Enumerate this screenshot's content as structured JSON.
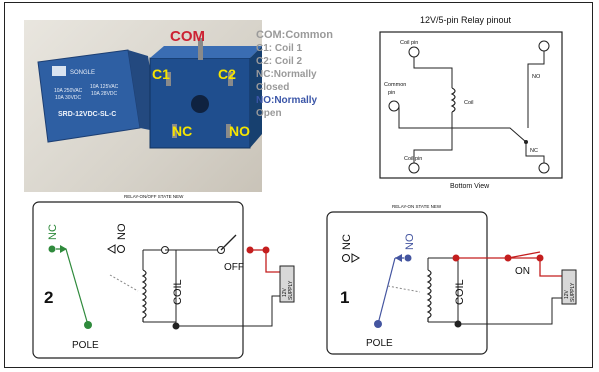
{
  "photo": {
    "pin_labels": {
      "com": "COM",
      "c1": "C1",
      "c2": "C2",
      "nc": "NC",
      "no": "NO"
    },
    "relay_brand": "SONGLE",
    "relay_model": "SRD-12VDC-SL-C",
    "relay_ratings": [
      "10A 250VAC",
      "10A 125VAC",
      "10A 30VDC",
      "10A 28VDC"
    ]
  },
  "legend": {
    "com": "COM:Common",
    "c1": "C1:   Coil 1",
    "c2": "C2:   Coil 2",
    "nc_line1": "NC:Normally",
    "nc_line2": "Closed",
    "no_line1": "NO:Normally",
    "no_line2": "Open"
  },
  "pinout": {
    "title": "12V/5-pin Relay pinout",
    "coil_pin_top": "Coil pin",
    "common_pin_line1": "Common",
    "common_pin_line2": "pin",
    "coil": "Coil",
    "no": "NO",
    "nc": "NC",
    "coil_pin_bottom": "Coil pin",
    "caption": "Bottom View"
  },
  "left_circuit": {
    "header": "RELAY-ON/OFF STATE NEW",
    "nc": "NC",
    "no": "NO",
    "number": "2",
    "coil": "COIL",
    "pole": "POLE",
    "switch_state": "OFF",
    "supply_line1": "12V",
    "supply_line2": "SUPPLY"
  },
  "right_circuit": {
    "header": "RELAY-ON STATE NEW",
    "nc": "NC",
    "no": "NO",
    "number": "1",
    "coil": "COIL",
    "pole": "POLE",
    "switch_state": "ON",
    "supply_line1": "12V",
    "supply_line2": "SUPPLY"
  },
  "colors": {
    "com": "#cc2233",
    "pin_yellow": "#f5e400",
    "legend_gray": "#9a9a9a",
    "legend_blue": "#3b56a8",
    "relay_blue": "#2e5fa3",
    "pole_green": "#2f8a3c",
    "pole_blue": "#4455a0",
    "wire_red": "#c41e1e"
  }
}
